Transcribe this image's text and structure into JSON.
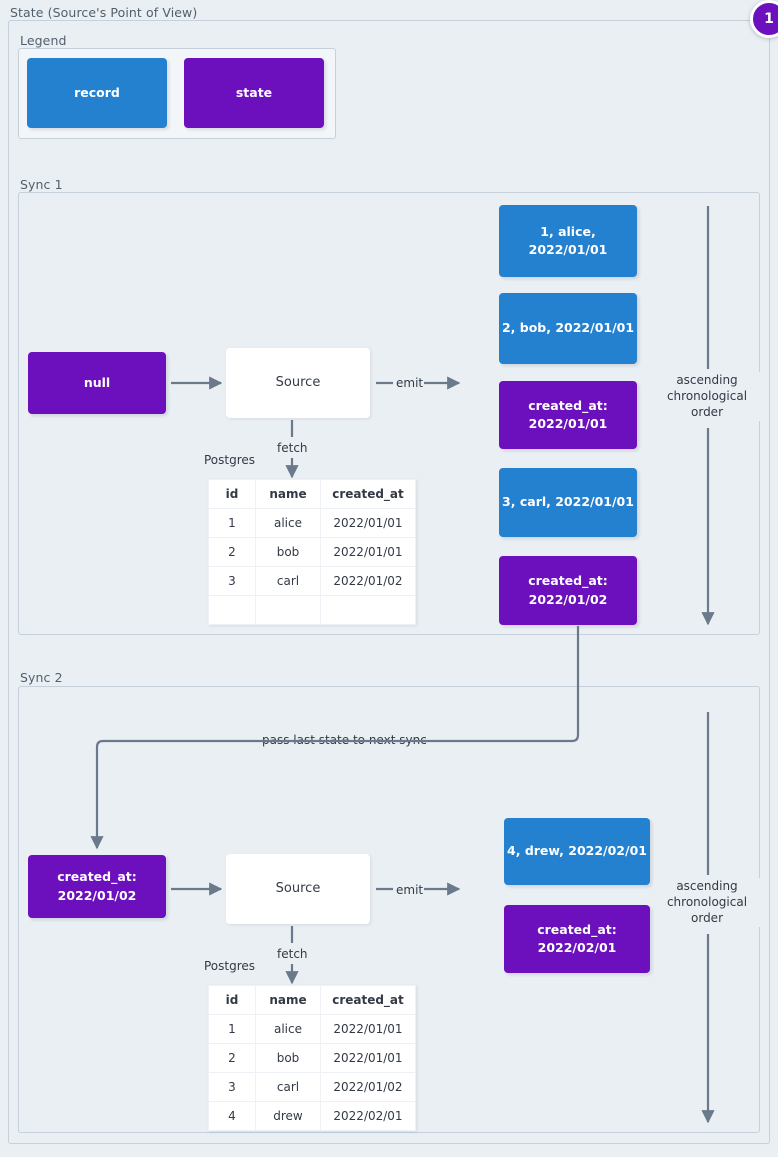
{
  "diagram": {
    "title": "State (Source's Point of View)",
    "step_badge": "1",
    "accent_record_color": "#2481d0",
    "accent_state_color": "#6c0fbd",
    "background_color": "#eaeff4",
    "wire_color": "#6b7a8a"
  },
  "legend": {
    "label": "Legend",
    "items": [
      {
        "label": "record",
        "color": "#2481d0",
        "kind": "record"
      },
      {
        "label": "state",
        "color": "#6c0fbd",
        "kind": "state"
      }
    ]
  },
  "sync1": {
    "label": "Sync 1",
    "input_state": "null",
    "source": "Source",
    "emit_label": "emit",
    "fetch_label": "fetch",
    "db_label": "Postgres",
    "order_label": "ascending\nchronological\norder",
    "table": {
      "columns": [
        "id",
        "name",
        "created_at"
      ],
      "rows": [
        [
          "1",
          "alice",
          "2022/01/01"
        ],
        [
          "2",
          "bob",
          "2022/01/01"
        ],
        [
          "3",
          "carl",
          "2022/01/02"
        ],
        [
          "",
          "",
          ""
        ]
      ]
    },
    "emitted": [
      {
        "kind": "record",
        "text": "1, alice, 2022/01/01"
      },
      {
        "kind": "record",
        "text": "2, bob, 2022/01/01"
      },
      {
        "kind": "state",
        "text": "created_at:\n2022/01/01"
      },
      {
        "kind": "record",
        "text": "3, carl, 2022/01/01"
      },
      {
        "kind": "state",
        "text": "created_at:\n2022/01/02"
      }
    ]
  },
  "sync2": {
    "label": "Sync 2",
    "input_state": "created_at:\n2022/01/02",
    "source": "Source",
    "emit_label": "emit",
    "fetch_label": "fetch",
    "db_label": "Postgres",
    "order_label": "ascending\nchronological\norder",
    "pass_state_label": "pass last state to next sync",
    "table": {
      "columns": [
        "id",
        "name",
        "created_at"
      ],
      "rows": [
        [
          "1",
          "alice",
          "2022/01/01"
        ],
        [
          "2",
          "bob",
          "2022/01/01"
        ],
        [
          "3",
          "carl",
          "2022/01/02"
        ],
        [
          "4",
          "drew",
          "2022/02/01"
        ]
      ]
    },
    "emitted": [
      {
        "kind": "record",
        "text": "4, drew, 2022/02/01"
      },
      {
        "kind": "state",
        "text": "created_at:\n2022/02/01"
      }
    ]
  }
}
